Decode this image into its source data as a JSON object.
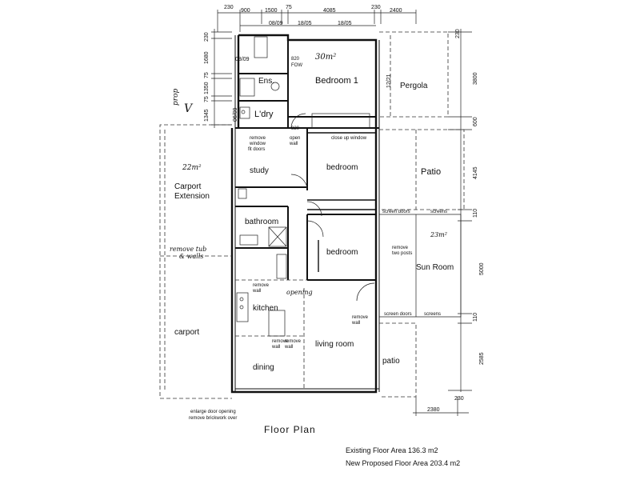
{
  "title": "Floor Plan",
  "areas": {
    "existing": "Existing Floor Area  136.3 m2",
    "proposed": "New Proposed Floor Area  203.4 m2"
  },
  "rooms": {
    "ens": "Ens.",
    "bedroom1": "Bedroom 1",
    "pergola": "Pergola",
    "ldry": "L'dry",
    "study": "study",
    "bedroom_a": "bedroom",
    "bedroom_b": "bedroom",
    "patio_top": "Patio",
    "carport_ext": "Carport\nExtension",
    "bathroom": "bathroom",
    "sunroom": "Sun Room",
    "kitchen": "kitchen",
    "carport": "carport",
    "living": "living room",
    "dining": "dining",
    "patio_bottom": "patio"
  },
  "notes": {
    "remove_window": "remove\nwindow\nfit doors",
    "open_wall": "open\nwall",
    "close_window": "close up window",
    "screen_doors_top": "screen doors",
    "screens_top": "screens",
    "remove_posts": "remove\ntwo posts",
    "screen_doors_bottom": "screen doors",
    "screens_bottom": "screens",
    "remove_wall_kitchen": "remove\nwall",
    "remove_wall_living": "remove\nwall",
    "remove_wall_dining": "remove\nwall",
    "remove_wall_right": "remove\nwall",
    "enlarge_door": "enlarge door opening\nremove brickwork over",
    "remove_tub": "remove tub\n& walls",
    "opening": "opening",
    "fow": "820\nFOW",
    "d820": "820",
    "area_bed1": "30m²",
    "area_carport": "22m²",
    "area_sun": "23m²",
    "prop": "prop"
  },
  "dimensions": {
    "top": [
      "230",
      "900",
      "1500",
      "75",
      "4085",
      "230",
      "2400"
    ],
    "top_doors": [
      "08/09",
      "18/05",
      "18/05"
    ],
    "left": [
      "230",
      "1680",
      "75",
      "1350",
      "75",
      "1345"
    ],
    "windows": [
      "08/09",
      "12/21",
      "06/09"
    ],
    "right": [
      "230",
      "3800",
      "600",
      "4145",
      "110",
      "5000",
      "110",
      "2585"
    ],
    "bottom": [
      "2380",
      "230"
    ]
  }
}
